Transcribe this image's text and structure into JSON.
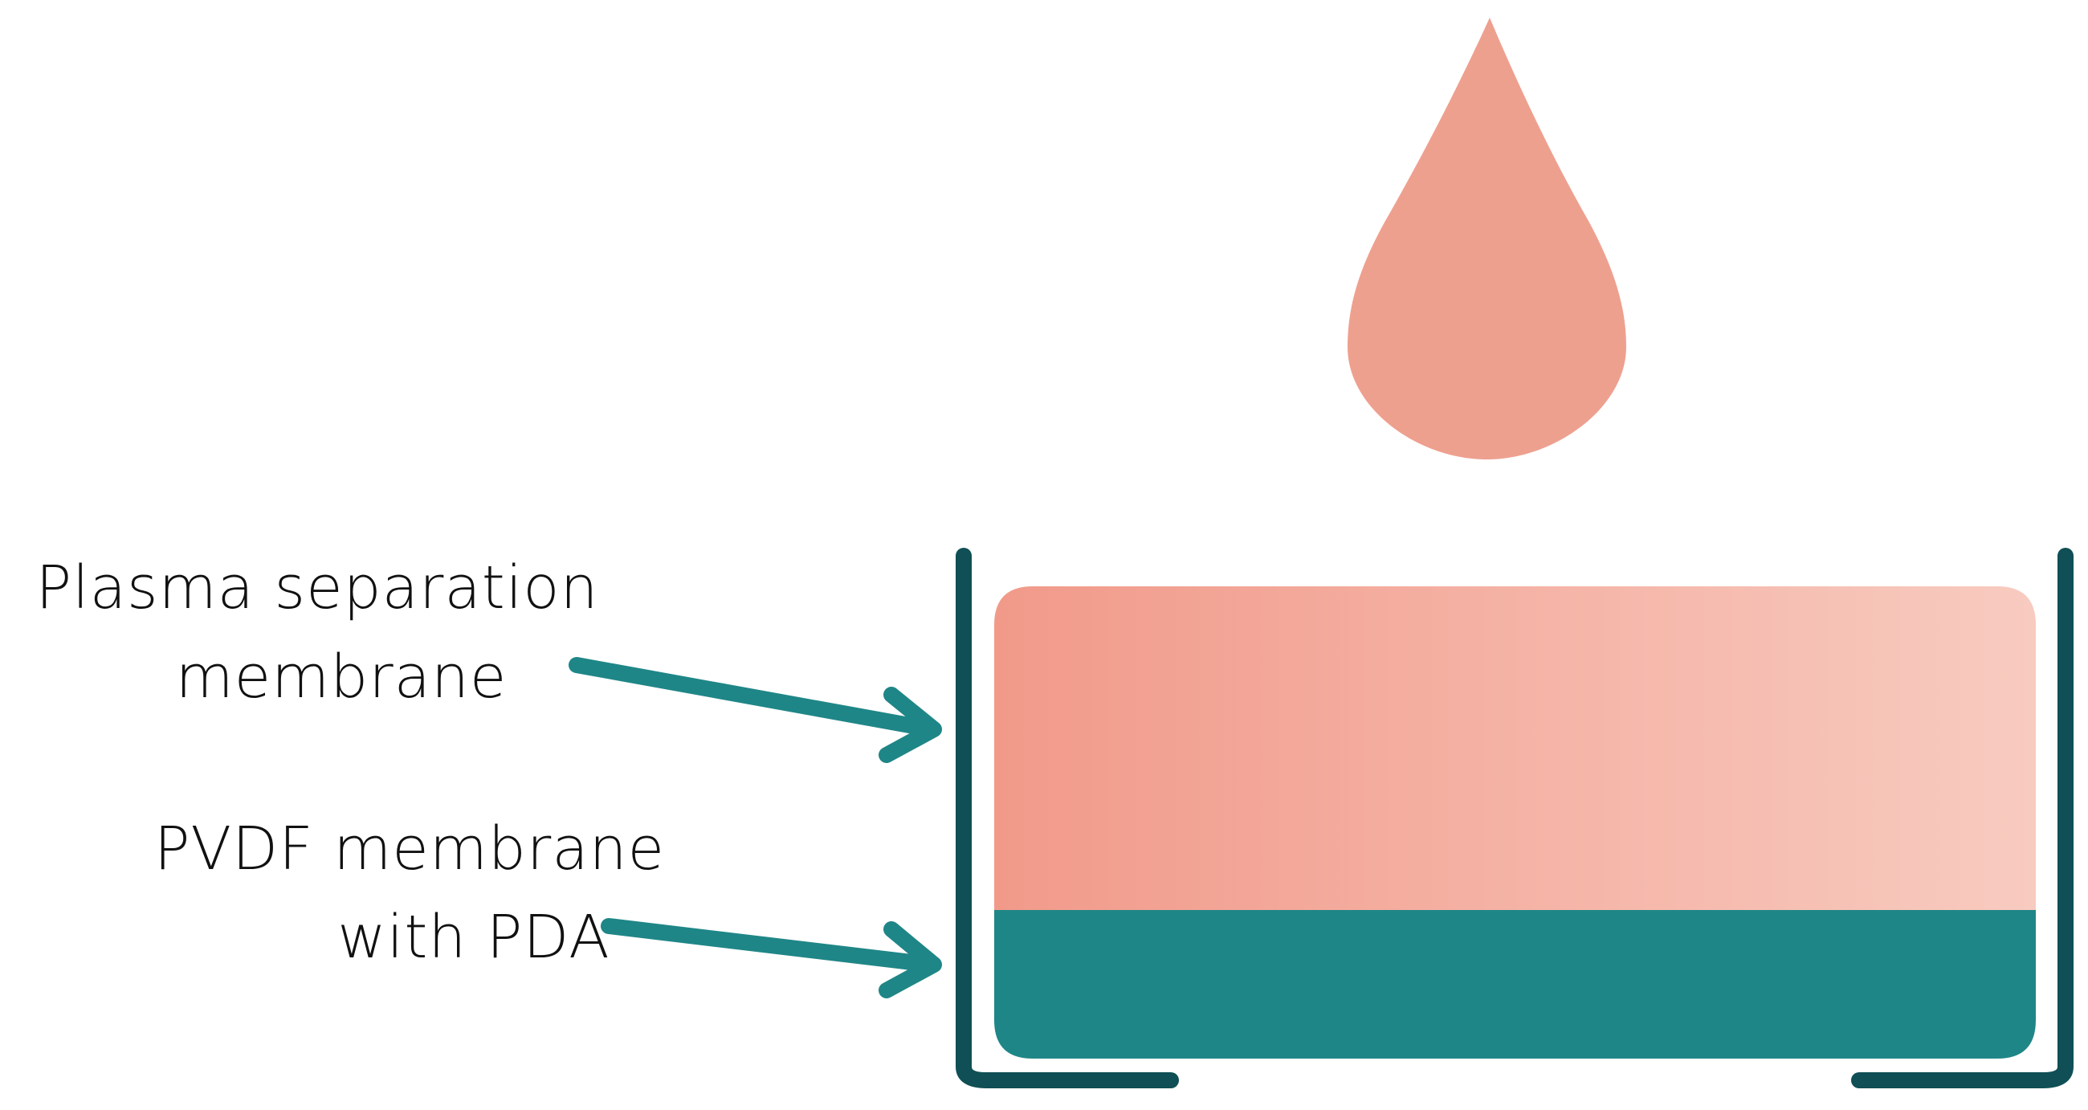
{
  "labels": {
    "plasma_line1": "Plasma separation",
    "plasma_line2": "membrane",
    "pvdf_line1": "PVDF membrane",
    "pvdf_line2": "with PDA"
  },
  "colors": {
    "drop": "#EEA08F",
    "plasma_gradient_start": "#F19A8A",
    "plasma_gradient_end": "#F8CBC0",
    "pvdf_layer": "#1F8687",
    "holder": "#0F4F55",
    "arrow": "#1F8687",
    "text": "#111111"
  }
}
